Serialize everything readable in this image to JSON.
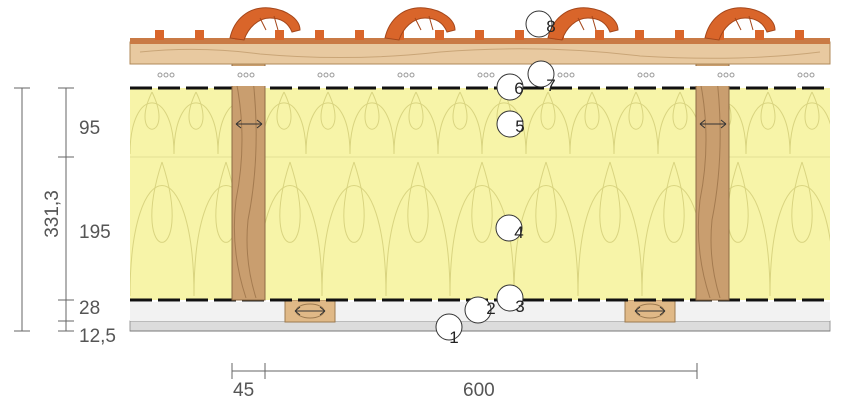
{
  "dimensions": {
    "total": "331,3",
    "layers": [
      "95",
      "195",
      "28",
      "12,5"
    ],
    "horizontal": [
      "45",
      "600"
    ]
  },
  "callouts": [
    "1",
    "2",
    "3",
    "4",
    "5",
    "6",
    "7",
    "8"
  ],
  "colors": {
    "insulation": "#f7f4a8",
    "timber": "#c99e6f",
    "batten": "#e0b987",
    "tile": "#d9652a",
    "plasterboard": "#dcdcdc",
    "membrane": "#111111"
  }
}
